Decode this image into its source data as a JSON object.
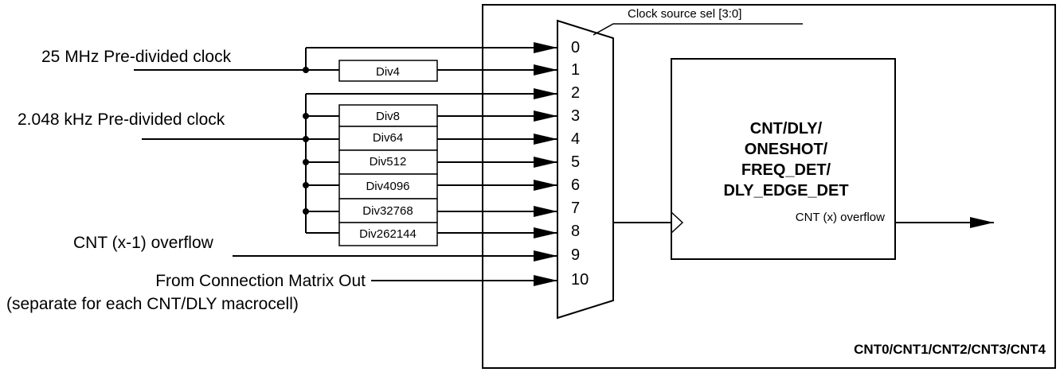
{
  "clock_source_sel": "Clock source sel [3:0]",
  "inputs": {
    "clk_25mhz": "25 MHz Pre-divided clock",
    "clk_2048khz": "2.048 kHz Pre-divided clock",
    "prev_overflow": "CNT (x-1) overflow",
    "conn_matrix": "From Connection Matrix Out",
    "conn_matrix_note": "(separate for each CNT/DLY macrocell)"
  },
  "dividers": [
    "Div4",
    "Div8",
    "Div64",
    "Div512",
    "Div4096",
    "Div32768",
    "Div262144"
  ],
  "mux_inputs": [
    "0",
    "1",
    "2",
    "3",
    "4",
    "5",
    "6",
    "7",
    "8",
    "9",
    "10"
  ],
  "core_block": {
    "lines": [
      "CNT/DLY/",
      "ONESHOT/",
      "FREQ_DET/",
      "DLY_EDGE_DET"
    ],
    "output_label": "CNT (x) overflow"
  },
  "macrocell_label": "CNT0/CNT1/CNT2/CNT3/CNT4"
}
